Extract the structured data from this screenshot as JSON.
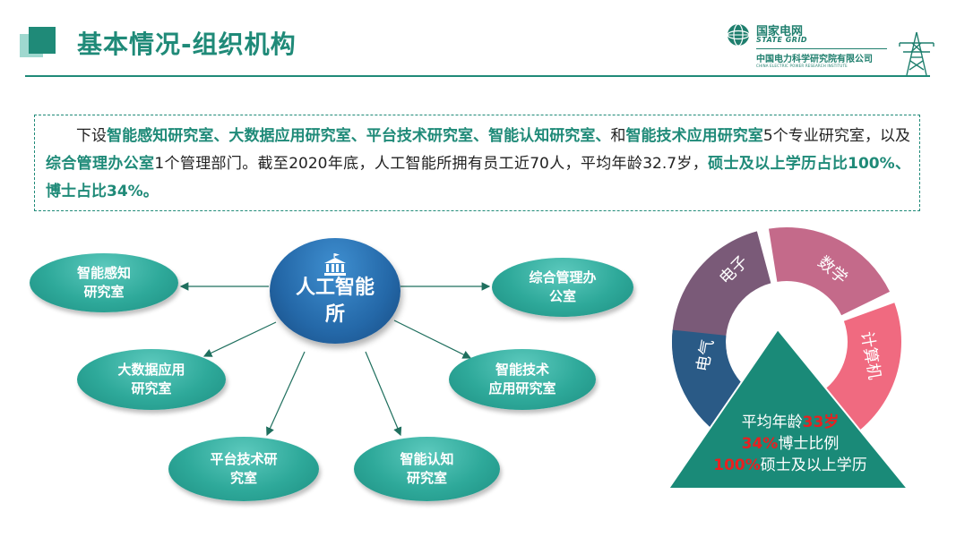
{
  "header": {
    "title": "基本情况-组织机构",
    "logo_cn": "国家电网",
    "logo_en": "STATE GRID",
    "institute_cn": "中国电力科学研究院有限公司",
    "institute_en": "CHINA ELECTRIC POWER RESEARCH INSTITUTE"
  },
  "intro": {
    "p1": "下设",
    "h1": "智能感知研究室、大数据应用研究室、平台技术研究室、智能认知研究室、",
    "p2": "和",
    "h2": "智能技术应用研究室",
    "p3": "5个专业研究室，以及",
    "h3": "综合管理办公室",
    "p4": "1个管理部门。截至2020年底，人工智能所拥有员工近70人，平均年龄32.7岁，",
    "h4": "硕士及以上学历占比100%、博士占比34%。"
  },
  "org": {
    "center": {
      "line1": "人工智能",
      "line2": "所"
    },
    "nodes": [
      {
        "line1": "智能感知",
        "line2": "研究室"
      },
      {
        "line1": "综合管理办",
        "line2": "公室"
      },
      {
        "line1": "大数据应用",
        "line2": "研究室"
      },
      {
        "line1": "智能技术",
        "line2": "应用研究室"
      },
      {
        "line1": "平台技术研",
        "line2": "究室"
      },
      {
        "line1": "智能认知",
        "line2": "研究室"
      }
    ]
  },
  "donut": {
    "segments": [
      {
        "label": "电子",
        "color": "#7a5a78"
      },
      {
        "label": "数学",
        "color": "#c46a8a"
      },
      {
        "label": "计算机",
        "color": "#f06a80"
      },
      {
        "label": "电气",
        "color": "#2a5a86"
      }
    ],
    "triangle_color": "#1a8a78",
    "stats": [
      {
        "pre": "平均年龄",
        "val": "33岁",
        "post": ""
      },
      {
        "pre": "",
        "val": "34%",
        "post": "博士比例"
      },
      {
        "pre": "",
        "val": "100%",
        "post": "硕士及以上学历"
      }
    ]
  }
}
